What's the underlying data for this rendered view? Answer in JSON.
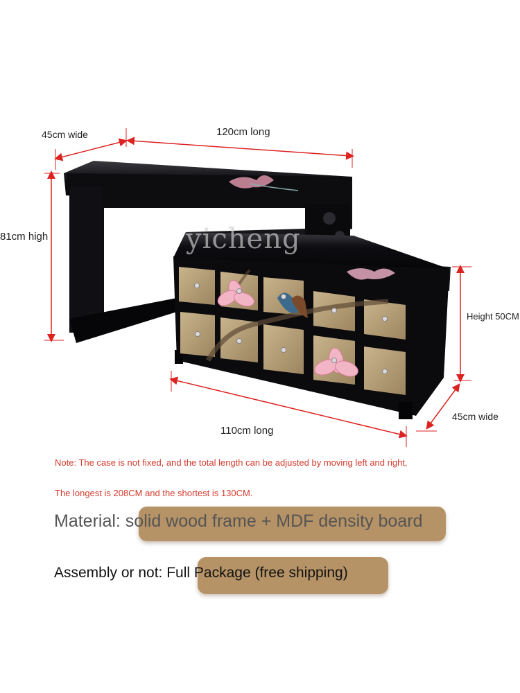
{
  "dimensions": {
    "desk_width": "45cm wide",
    "desk_length": "120cm long",
    "desk_height": "81cm high",
    "cabinet_height": "Height 50CM",
    "cabinet_length": "110cm long",
    "cabinet_width": "45cm wide"
  },
  "watermark": "yicheng",
  "notes": {
    "line1": "Note: The case is not fixed, and the total length can be adjusted by moving left and right,",
    "line2": "The longest is 208CM and the shortest is 130CM."
  },
  "specs": {
    "material": "Material: solid wood frame + MDF density board",
    "assembly": "Assembly or not: Full Package (free shipping)"
  },
  "colors": {
    "accent_red": "#d33a2c",
    "highlight_brown": "#b08a5a",
    "lacquer_black": "#0b0b0d",
    "drawer_gold": "#b9a27a"
  }
}
